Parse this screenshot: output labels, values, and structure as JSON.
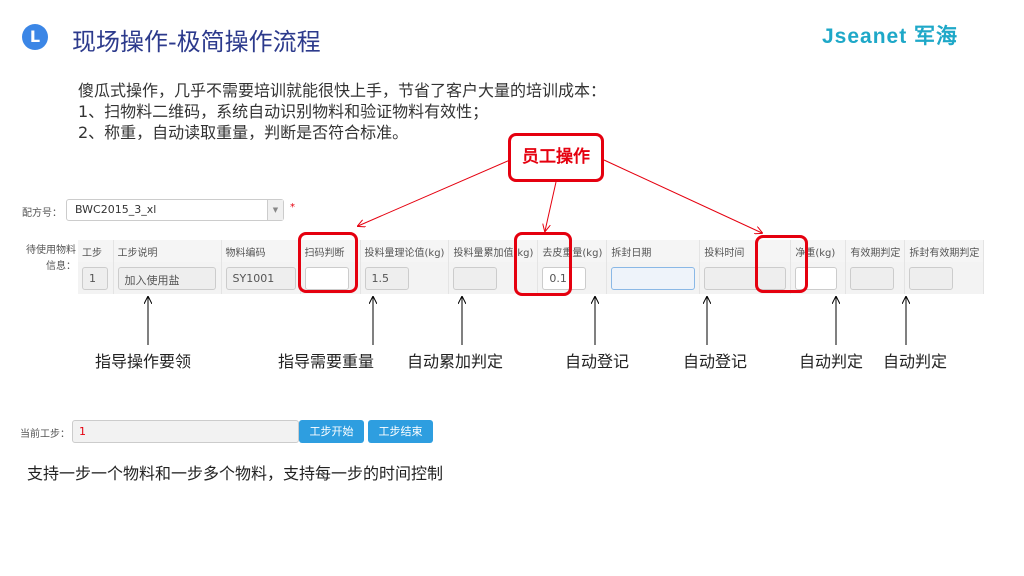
{
  "header": {
    "badge": "L",
    "title": "现场操作-极简操作流程",
    "brand": "Jseanet 军海"
  },
  "intro": [
    "傻瓜式操作，几乎不需要培训就能很快上手，节省了客户大量的培训成本：",
    "1、扫物料二维码，系统自动识别物料和验证物料有效性；",
    "2、称重，自动读取重量，判断是否符合标准。"
  ],
  "callout": "员工操作",
  "form": {
    "formula_label": "配方号：",
    "formula_value": "BWC2015_3_xl",
    "required_mark": "*",
    "materials_label": "待使用物料信息：",
    "columns": [
      "工步",
      "工步说明",
      "物料编码",
      "扫码判断",
      "投料量理论值(kg)",
      "投料量累加值(kg)",
      "去皮重量(kg)",
      "拆封日期",
      "投料时间",
      "净重(kg)",
      "有效期判定",
      "拆封有效期判定"
    ],
    "row": [
      "1",
      "加入使用盐",
      "SY1001",
      "",
      "1.5",
      "",
      "0.1",
      "",
      "",
      "",
      "",
      ""
    ],
    "current_step_label": "当前工步：",
    "current_step_value": "1",
    "start_button": "工步开始",
    "end_button": "工步结束"
  },
  "annotations": [
    "指导操作要领",
    "指导需要重量",
    "自动累加判定",
    "自动登记",
    "自动登记",
    "自动判定",
    "自动判定"
  ],
  "footer": "支持一步一个物料和一步多个物料，支持每一步的时间控制",
  "colors": {
    "title": "#2c3a8c",
    "brand": "#1ea8c8",
    "highlight": "#e5000f",
    "button": "#2e9ee0"
  }
}
